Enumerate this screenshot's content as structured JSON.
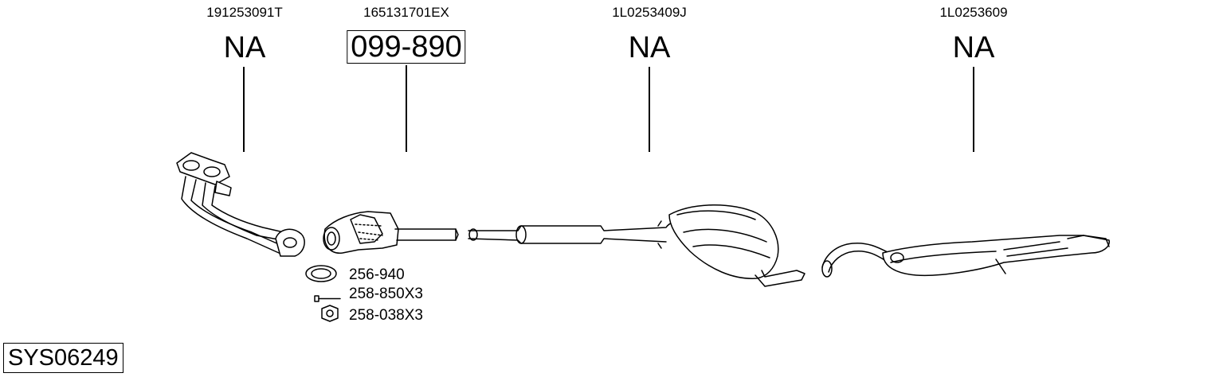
{
  "parts": [
    {
      "oe": "191253091T",
      "ref": "NA",
      "boxed": false
    },
    {
      "oe": "165131701EX",
      "ref": "099-890",
      "boxed": true
    },
    {
      "oe": "1L0253409J",
      "ref": "NA",
      "boxed": false
    },
    {
      "oe": "1L0253609",
      "ref": "NA",
      "boxed": false
    }
  ],
  "accessories": [
    {
      "ref": "256-940",
      "icon": "gasket-ring-icon"
    },
    {
      "ref": "258-850X3",
      "icon": "bolt-icon"
    },
    {
      "ref": "258-038X3",
      "icon": "nut-icon"
    }
  ],
  "system_id": "SYS06249"
}
